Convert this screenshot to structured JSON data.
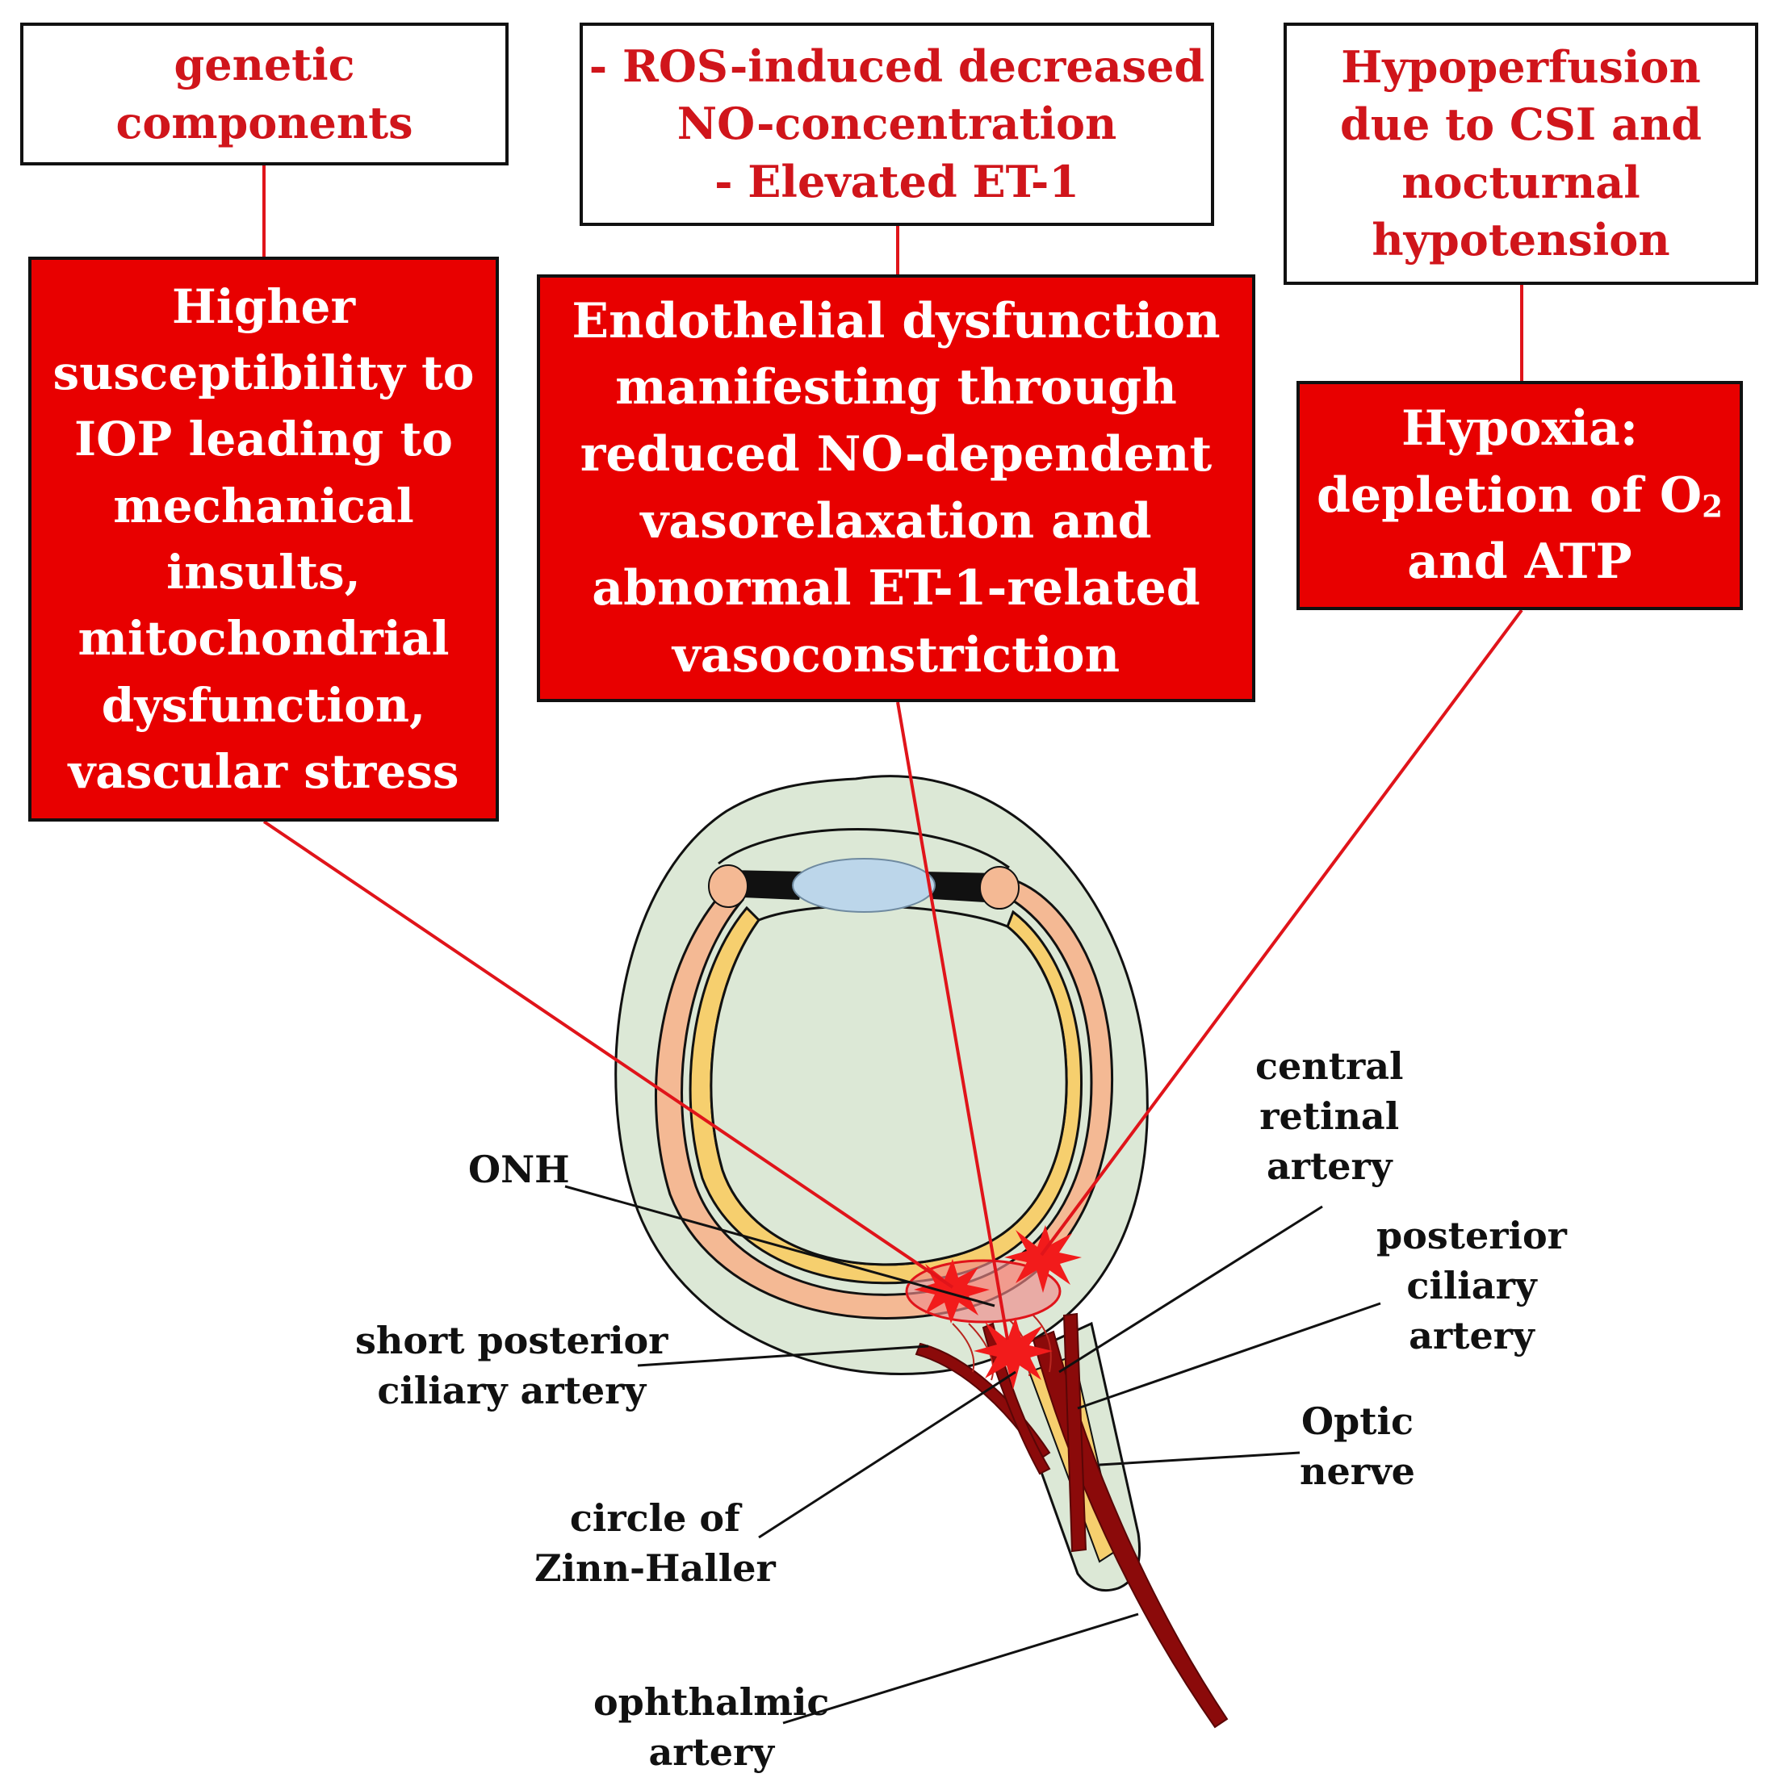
{
  "diagram": {
    "colors": {
      "red_fill": "#e80000",
      "red_text": "#d0151b",
      "connector": "#e0141a",
      "artery": "#8b0a0a",
      "eye_outer": "#dce8d6",
      "retina_yellow": "#f6cf6e",
      "choroid_peach": "#f4b994",
      "lens_blue": "#bcd6ea",
      "starburst": "#f21b1b"
    },
    "causes": {
      "genetic": {
        "lines": [
          "genetic",
          "components"
        ]
      },
      "ros": {
        "lines": [
          "- ROS-induced decreased",
          "NO-concentration",
          "- Elevated ET-1"
        ]
      },
      "hypoperfusion": {
        "lines": [
          "Hypoperfusion",
          "due to CSI and",
          "nocturnal",
          "hypotension"
        ]
      }
    },
    "effects": {
      "susceptibility": {
        "lines": [
          "Higher",
          "susceptibility to",
          "IOP leading to",
          "mechanical",
          "insults,",
          "mitochondrial",
          "dysfunction,",
          "vascular stress"
        ]
      },
      "endothelial": {
        "lines": [
          "Endothelial dysfunction",
          "manifesting through",
          "reduced NO-dependent",
          "vasorelaxation and",
          "abnormal ET-1-related",
          "vasoconstriction"
        ]
      },
      "hypoxia": {
        "lines": [
          "Hypoxia:"
        ],
        "line2_text": "depletion of O",
        "line2_subscript": "2",
        "line3": "and ATP"
      }
    },
    "labels": {
      "onh": [
        "ONH"
      ],
      "short_posterior": [
        "short posterior",
        "ciliary artery"
      ],
      "zinn_haller": [
        "circle of",
        "Zinn-Haller"
      ],
      "ophthalmic": [
        "ophthalmic",
        "artery"
      ],
      "central_retinal": [
        "central",
        "retinal",
        "artery"
      ],
      "posterior_ciliary": [
        "posterior",
        "ciliary",
        "artery"
      ],
      "optic_nerve": [
        "Optic",
        "nerve"
      ]
    }
  }
}
